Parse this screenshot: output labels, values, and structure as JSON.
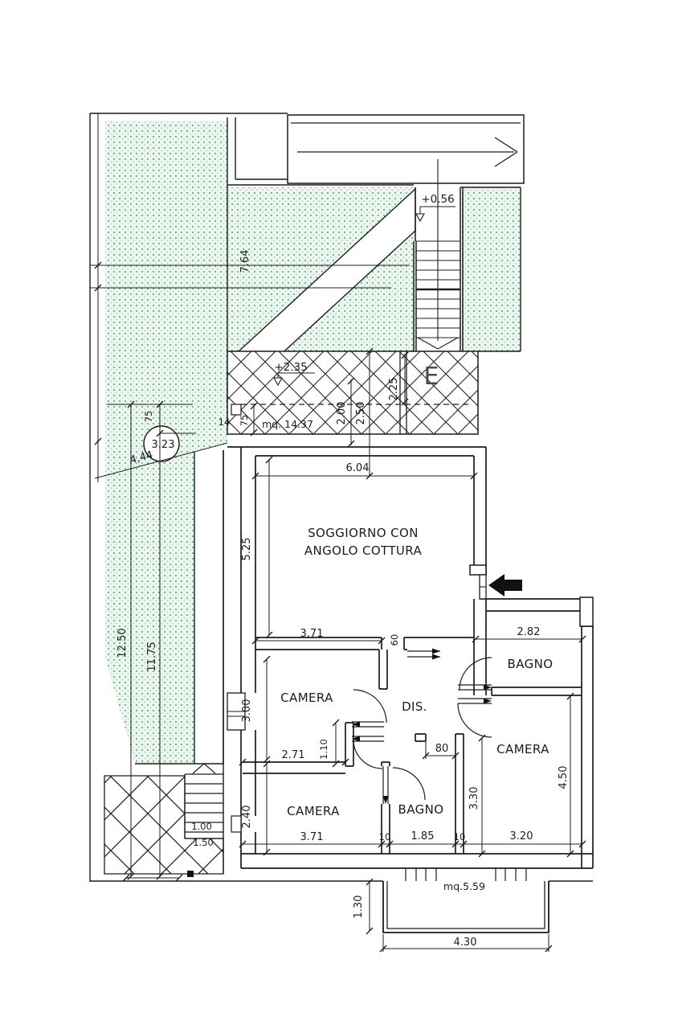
{
  "meta": {
    "drawing": "floor-plan"
  },
  "colors": {
    "paper": "#ffffff",
    "line": "#1c1c1c",
    "garden_bg": "#eaf6ee",
    "garden_dot": "#76b497"
  },
  "rooms": {
    "soggiorno": {
      "name_line1": "SOGGIORNO CON",
      "name_line2": "ANGOLO COTTURA"
    },
    "camera_mid": {
      "name": "CAMERA"
    },
    "camera_bottom_left": {
      "name": "CAMERA"
    },
    "camera_bottom_right": {
      "name": "CAMERA"
    },
    "bagno_top": {
      "name": "BAGNO"
    },
    "bagno_bottom": {
      "name": "BAGNO"
    },
    "disimpegno": {
      "name": "DIS."
    },
    "stairwell": {
      "name": "E"
    }
  },
  "levels": {
    "ramp": "+0.56",
    "terrace": "+2.35"
  },
  "areas": {
    "terrace": "mq. 14.37",
    "balcony": "mq.5.59"
  },
  "dims": {
    "ramp_length": "7.64",
    "terrace_200": "2.00",
    "terrace_250": "2.50",
    "terrace_225": "2.25",
    "terrace_75": "75",
    "wall_14": "14",
    "tree_circle": "3.23",
    "garden_diag": "4,44",
    "garden_75": "75",
    "garden_1250": "12.50",
    "garden_1175": "11.75",
    "soggiorno_w": "6.04",
    "soggiorno_h": "5.25",
    "door_60": "60",
    "bagno_top_w": "2.82",
    "camera_mid_w": "3.71",
    "camera_mid_h": "3.00",
    "camera_mid_w2": "2.71",
    "door_110": "1.10",
    "door_80": "80",
    "camera_right_h": "4.50",
    "camera_right_h2": "3.30",
    "camera_right_w": "3.20",
    "camera_bl_h": "2.40",
    "camera_bl_w": "3.71",
    "wall_10_a": "10",
    "bagno_bottom_w": "1.85",
    "wall_10_b": "10",
    "steps_100": "1.00",
    "steps_150": "1.50",
    "balcony_h": "1.30",
    "balcony_w": "4.30"
  }
}
